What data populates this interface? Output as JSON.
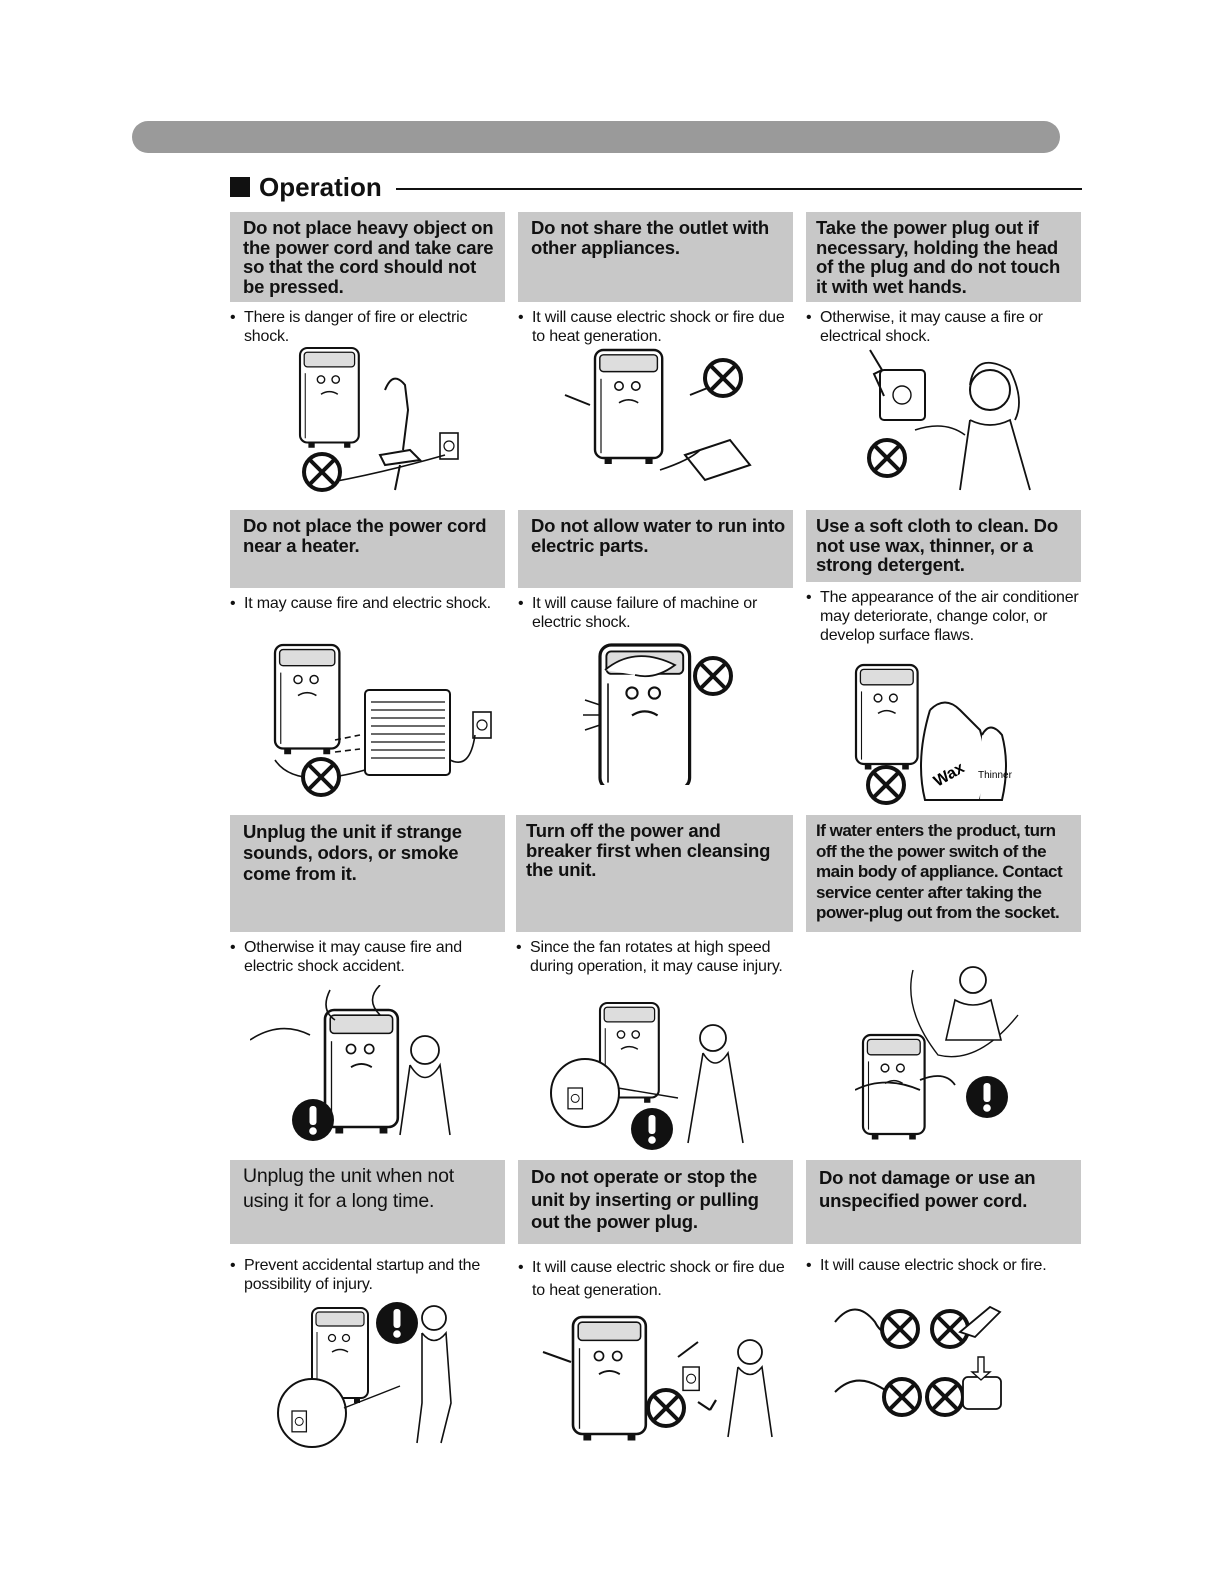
{
  "section": {
    "square_icon": "black-square-icon",
    "title": "Operation"
  },
  "items": [
    {
      "title": "Do not place heavy object on the power cord and take care so that the cord should not be pressed.",
      "note": "There is danger of fire or electric shock.",
      "symbol": "prohibition-icon"
    },
    {
      "title": "Do not share the outlet with other appliances.",
      "note": "It will cause electric shock or fire due to heat generation.",
      "symbol": "prohibition-icon"
    },
    {
      "title": "Take the power plug out if necessary, holding the head of the plug and do not touch it with wet hands.",
      "note": "Otherwise, it may cause a fire or electrical shock.",
      "symbol": "prohibition-icon"
    },
    {
      "title": "Do not place the power cord near a heater.",
      "note": "It may cause fire and electric shock.",
      "symbol": "prohibition-icon"
    },
    {
      "title": "Do not allow water to run into electric parts.",
      "note": "It will cause failure of machine or electric shock.",
      "symbol": "prohibition-icon"
    },
    {
      "title": "Use a soft cloth to clean. Do not use wax, thinner, or a strong detergent.",
      "note": "The appearance of the air conditioner may deteriorate, change color, or develop surface flaws.",
      "symbol": "prohibition-icon",
      "bottle_labels": [
        "Wax",
        "Thinner"
      ]
    },
    {
      "title": "Unplug the unit if strange sounds, odors, or smoke come from it.",
      "note": "Otherwise it may cause fire and electric shock accident.",
      "symbol": "exclamation-icon"
    },
    {
      "title": "Turn off the power and breaker first  when cleansing the unit.",
      "note": "Since the fan rotates at high speed during operation, it may cause injury.",
      "symbol": "exclamation-icon"
    },
    {
      "title": "If water enters the product, turn off the the power switch of the main body of appliance. Contact service center after taking the power-plug out from the socket.",
      "note": "",
      "symbol": "exclamation-icon"
    },
    {
      "title": "Unplug the unit when not using it for a long time.",
      "note": "Prevent accidental startup and the possibility of injury.",
      "symbol": "exclamation-icon"
    },
    {
      "title": "Do not operate or stop the unit by inserting or pulling out the power plug.",
      "note": "It will cause electric shock or fire due to heat generation.",
      "symbol": "prohibition-icon"
    },
    {
      "title": "Do not damage or use an unspecified power cord.",
      "note": "It will cause electric shock or fire.",
      "symbol": "prohibition-icon"
    }
  ],
  "bullet_char": "•"
}
